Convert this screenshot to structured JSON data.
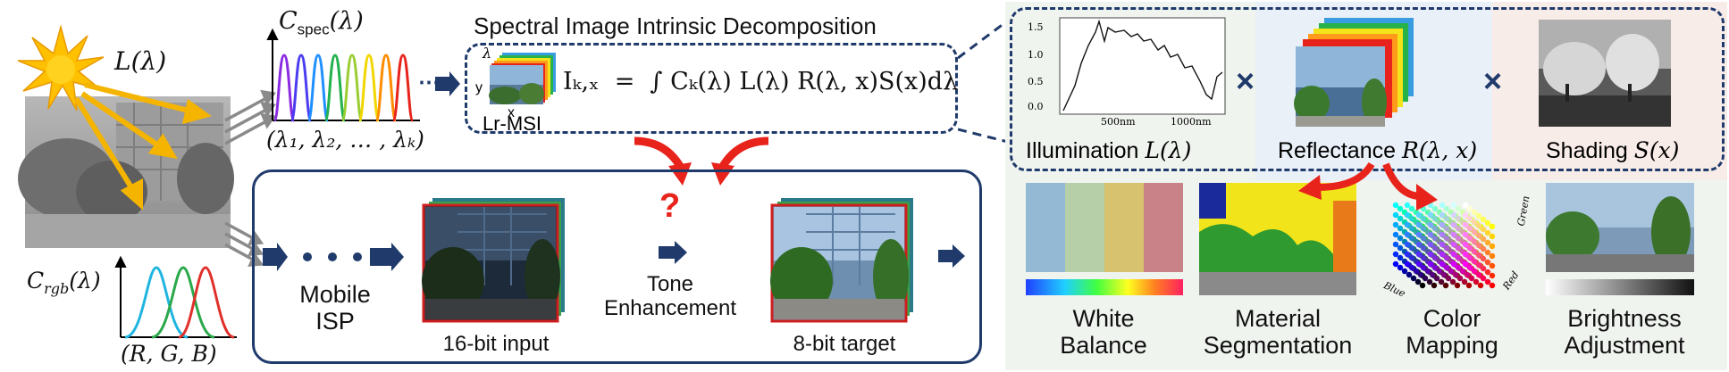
{
  "source": {
    "illum_label": "L(λ)",
    "cspec_label": "C",
    "cspec_sub": "spec",
    "cspec_arg": "(λ)",
    "lambda_tuple": "(λ₁, λ₂, … , λₖ)",
    "crgb_label": "C",
    "crgb_sub": "rgb",
    "crgb_arg": "(λ)",
    "rgb_tuple": "(R, G, B)"
  },
  "decomposition": {
    "title": "Spectral Image Intrinsic Decomposition",
    "lr_msi": "Lr-MSI",
    "axis_lambda": "λ",
    "axis_y": "y",
    "axis_x": "x",
    "equation": "Iₖ,ₓ  =  ∫ Cₖ(λ) L(λ) R(λ, x)S(x)dλ",
    "ellipsis": "⋯"
  },
  "intrinsics": {
    "illumination": "Illumination",
    "illumination_sym": "L(λ)",
    "reflectance": "Reflectance",
    "reflectance_sym": "R(λ, x)",
    "shading": "Shading",
    "shading_sym": "S(x)",
    "times": "×",
    "plot_yticks": [
      "1.5",
      "1.0",
      "0.5",
      "0.0"
    ],
    "plot_xticks": [
      "500nm",
      "1000nm"
    ]
  },
  "pipeline": {
    "isp_line1": "Mobile",
    "isp_line2": "ISP",
    "input_label": "16-bit input",
    "target_label": "8-bit target",
    "tone_line1": "Tone",
    "tone_line2": "Enhancement",
    "question": "?"
  },
  "tasks": [
    {
      "line1": "White",
      "line2": "Balance"
    },
    {
      "line1": "Material",
      "line2": "Segmentation"
    },
    {
      "line1": "Color",
      "line2": "Mapping"
    },
    {
      "line1": "Brightness",
      "line2": "Adjustment"
    }
  ],
  "cube_axes": {
    "green": "Green",
    "red": "Red",
    "blue": "Blue"
  },
  "colors": {
    "navy": "#1f3a6b",
    "arrow_red": "#e8231b",
    "sun": "#ffb300",
    "panel_bg": "#eef3ee"
  }
}
